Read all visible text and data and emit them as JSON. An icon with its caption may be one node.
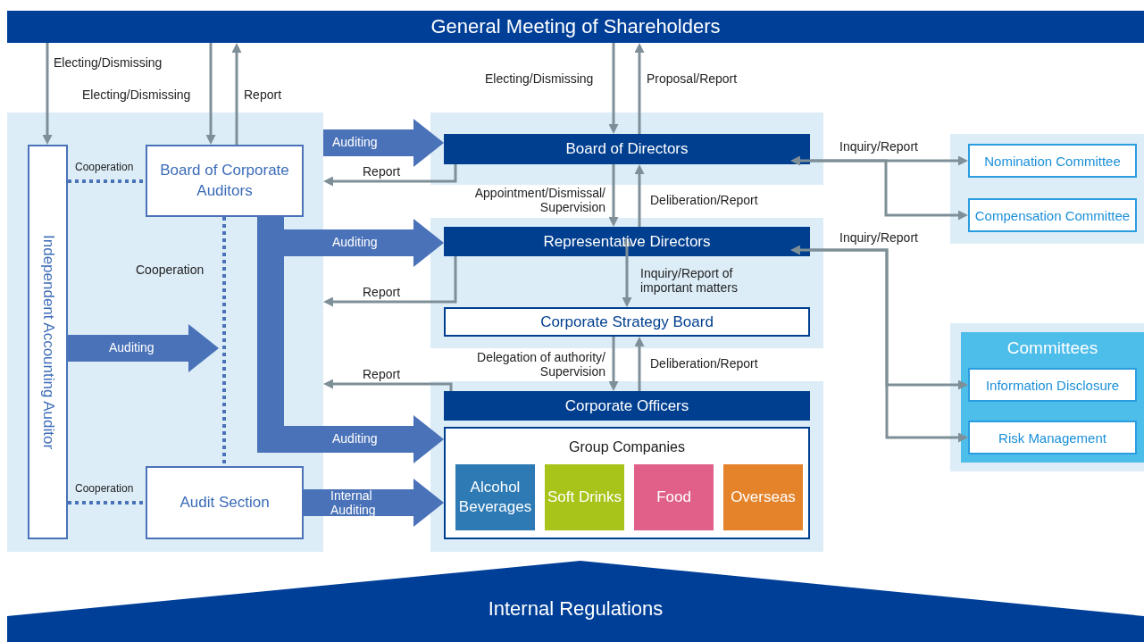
{
  "diagram": {
    "nodes": [
      {
        "text": [
          "General Meeting of Shareholders"
        ]
      },
      {
        "text": [],
        "shape": "box"
      },
      {
        "text": [
          "Independent Accounting Auditor"
        ],
        "in": 1
      },
      {
        "text": [
          "Board of Corporate Auditors"
        ],
        "in": 1
      },
      {
        "text": [
          "Audit Section"
        ],
        "in": 1
      },
      {
        "text": [
          "Board of Directors"
        ]
      },
      {
        "text": [
          "Representative Directors"
        ]
      },
      {
        "text": [
          "Corporate Strategy Board"
        ]
      },
      {
        "text": [
          "Corporate Officers"
        ]
      },
      {
        "text": [
          "Group Companies"
        ]
      },
      {
        "text": [
          "Alcohol Beverages"
        ],
        "in": 9
      },
      {
        "text": [
          "Soft Drinks"
        ],
        "in": 9
      },
      {
        "text": [
          "Food"
        ],
        "in": 9
      },
      {
        "text": [
          "Overseas"
        ],
        "in": 9
      },
      {
        "text": [
          "Nomination Committee"
        ]
      },
      {
        "text": [
          "Compensation Committee"
        ]
      },
      {
        "text": [
          "Committees"
        ]
      },
      {
        "text": [
          "Information Disclosure"
        ],
        "in": 16
      },
      {
        "text": [
          "Risk Management"
        ],
        "in": 16
      },
      {
        "text": [
          "Internal Regulations"
        ]
      }
    ],
    "edges": [
      {
        "from": 0,
        "to": 2,
        "arrow": "to",
        "label": "Electing/Dismissing"
      },
      {
        "from": 0,
        "to": 3,
        "arrow": "to",
        "label": "Electing/Dismissing"
      },
      {
        "from": 3,
        "to": 0,
        "arrow": "to",
        "label": "Report"
      },
      {
        "from": 0,
        "to": 5,
        "arrow": "to",
        "label": "Electing/Dismissing"
      },
      {
        "from": 5,
        "to": 0,
        "arrow": "to",
        "label": "Proposal/Report"
      },
      {
        "from": 1,
        "to": 5,
        "arrow": "to",
        "label": "Auditing",
        "style": "thick",
        "color": "#4a72b8"
      },
      {
        "from": 3,
        "to": 6,
        "arrow": "to",
        "label": "Auditing",
        "style": "thick",
        "color": "#4a72b8"
      },
      {
        "from": 3,
        "to": 9,
        "arrow": "to",
        "label": "Auditing",
        "style": "thick",
        "color": "#4a72b8"
      },
      {
        "from": 2,
        "to": null,
        "arrow": "to",
        "label": "Auditing",
        "style": "thick",
        "color": "#4a72b8"
      },
      {
        "from": 4,
        "to": 9,
        "arrow": "to",
        "label": "Internal Auditing",
        "style": "thick",
        "color": "#4a72b8"
      },
      {
        "from": 5,
        "to": 1,
        "arrow": "to",
        "label": "Report"
      },
      {
        "from": 6,
        "to": 1,
        "arrow": "to",
        "label": "Report"
      },
      {
        "from": 8,
        "to": 1,
        "arrow": "to",
        "label": "Report"
      },
      {
        "from": 2,
        "to": 3,
        "arrow": "none",
        "label": "Cooperation",
        "style": "dashed",
        "color": "#4a72b8"
      },
      {
        "from": 3,
        "to": 4,
        "arrow": "none",
        "label": "Cooperation",
        "style": "dashed",
        "color": "#4a72b8"
      },
      {
        "from": 2,
        "to": 4,
        "arrow": "none",
        "label": "Cooperation",
        "style": "dashed",
        "color": "#4a72b8"
      },
      {
        "from": 5,
        "to": 6,
        "arrow": "to",
        "label": "Appointment/Dismissal/ Supervision"
      },
      {
        "from": 6,
        "to": 5,
        "arrow": "to",
        "label": "Deliberation/Report"
      },
      {
        "from": 6,
        "to": 7,
        "arrow": "both",
        "label": "Inquiry/Report of important matters"
      },
      {
        "from": 7,
        "to": 8,
        "arrow": "to",
        "label": "Delegation of authority/ Supervision"
      },
      {
        "from": 8,
        "to": 7,
        "arrow": "to",
        "label": "Deliberation/Report"
      },
      {
        "from": 5,
        "to": 14,
        "arrow": "both",
        "label": "Inquiry/Report"
      },
      {
        "from": 5,
        "to": 15,
        "arrow": "to"
      },
      {
        "from": 6,
        "to": 17,
        "arrow": "both",
        "label": "Inquiry/Report"
      },
      {
        "from": 6,
        "to": 18,
        "arrow": "to"
      }
    ]
  }
}
